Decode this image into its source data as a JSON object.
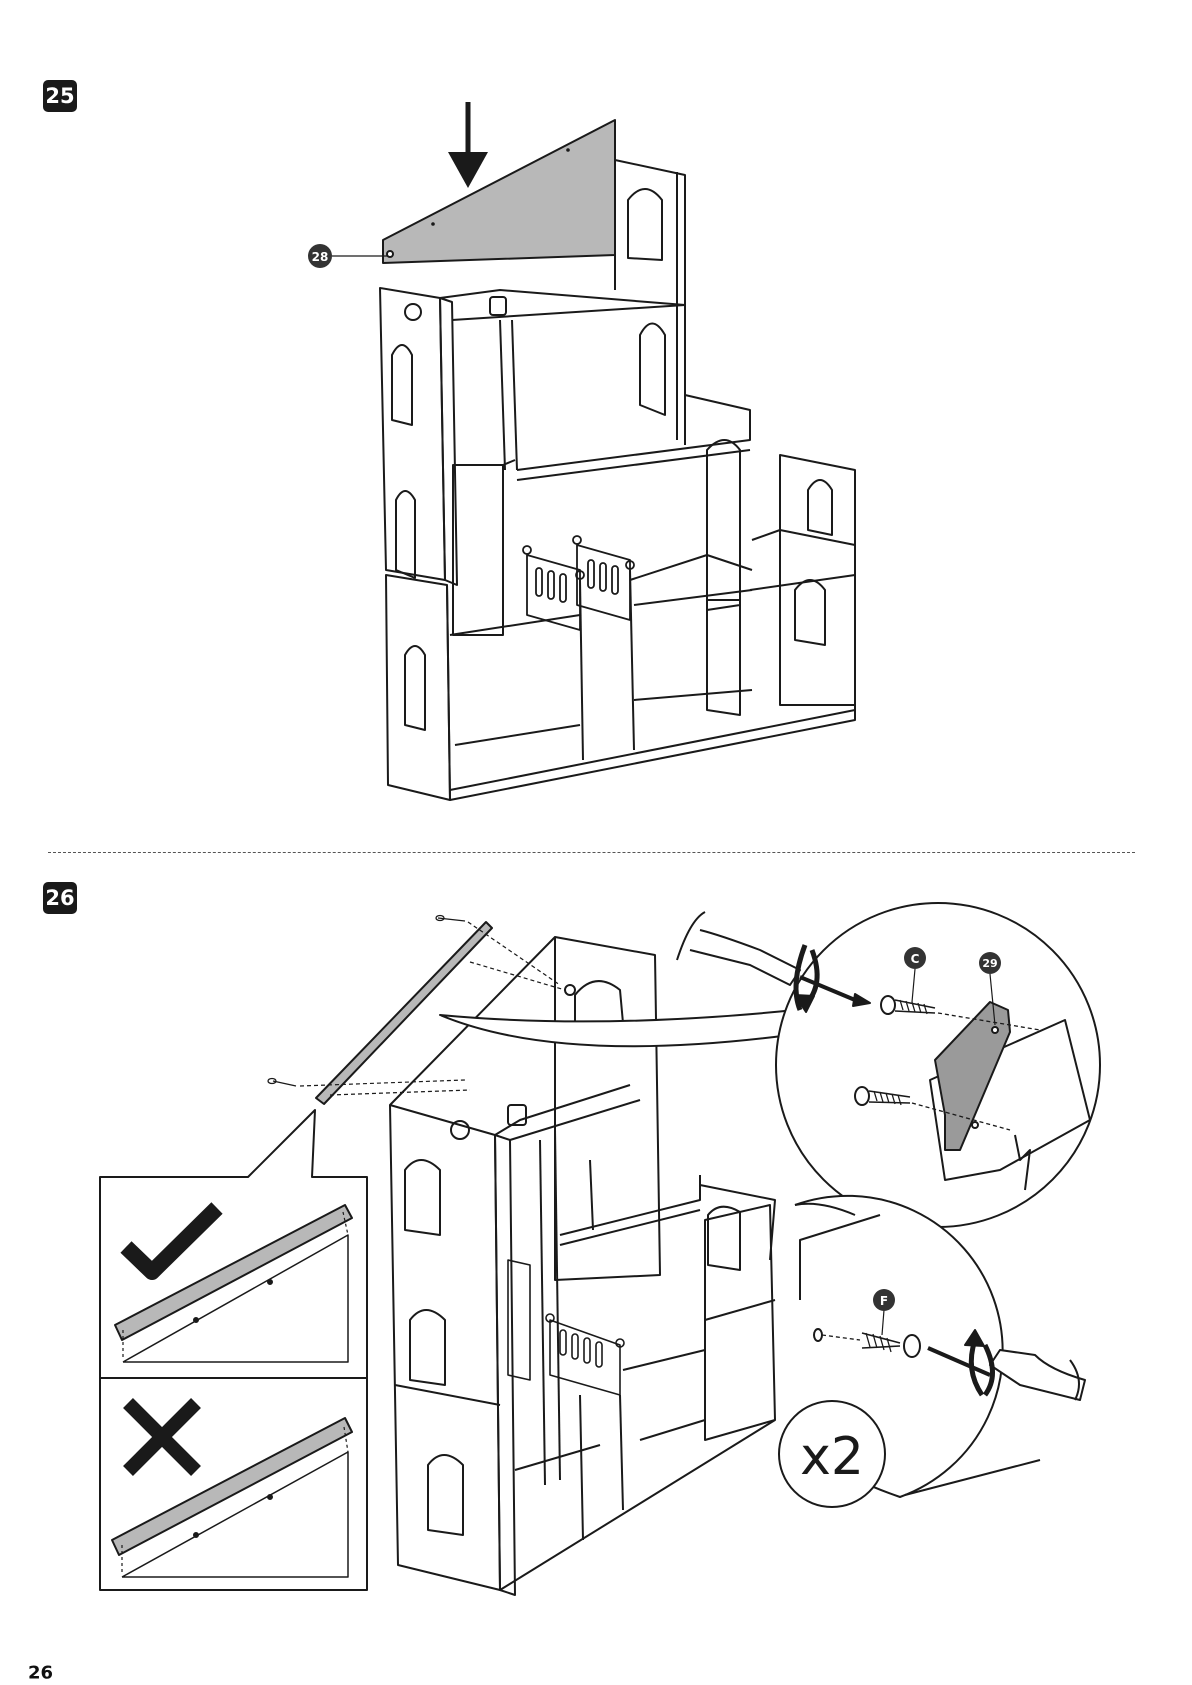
{
  "page_number": "26",
  "steps": [
    {
      "number": "25",
      "part_callouts": [
        "28"
      ]
    },
    {
      "number": "26",
      "part_callouts": [
        "C",
        "29",
        "F"
      ],
      "quantity": "x2"
    }
  ],
  "colors": {
    "panel_fill": "#b8b8b8",
    "line": "#1a1a1a",
    "badge": "#1a1a1a"
  },
  "icons": [
    "down-arrow-icon",
    "check-icon",
    "cross-icon",
    "screwdriver-icon",
    "rotate-icon",
    "screw-icon"
  ]
}
